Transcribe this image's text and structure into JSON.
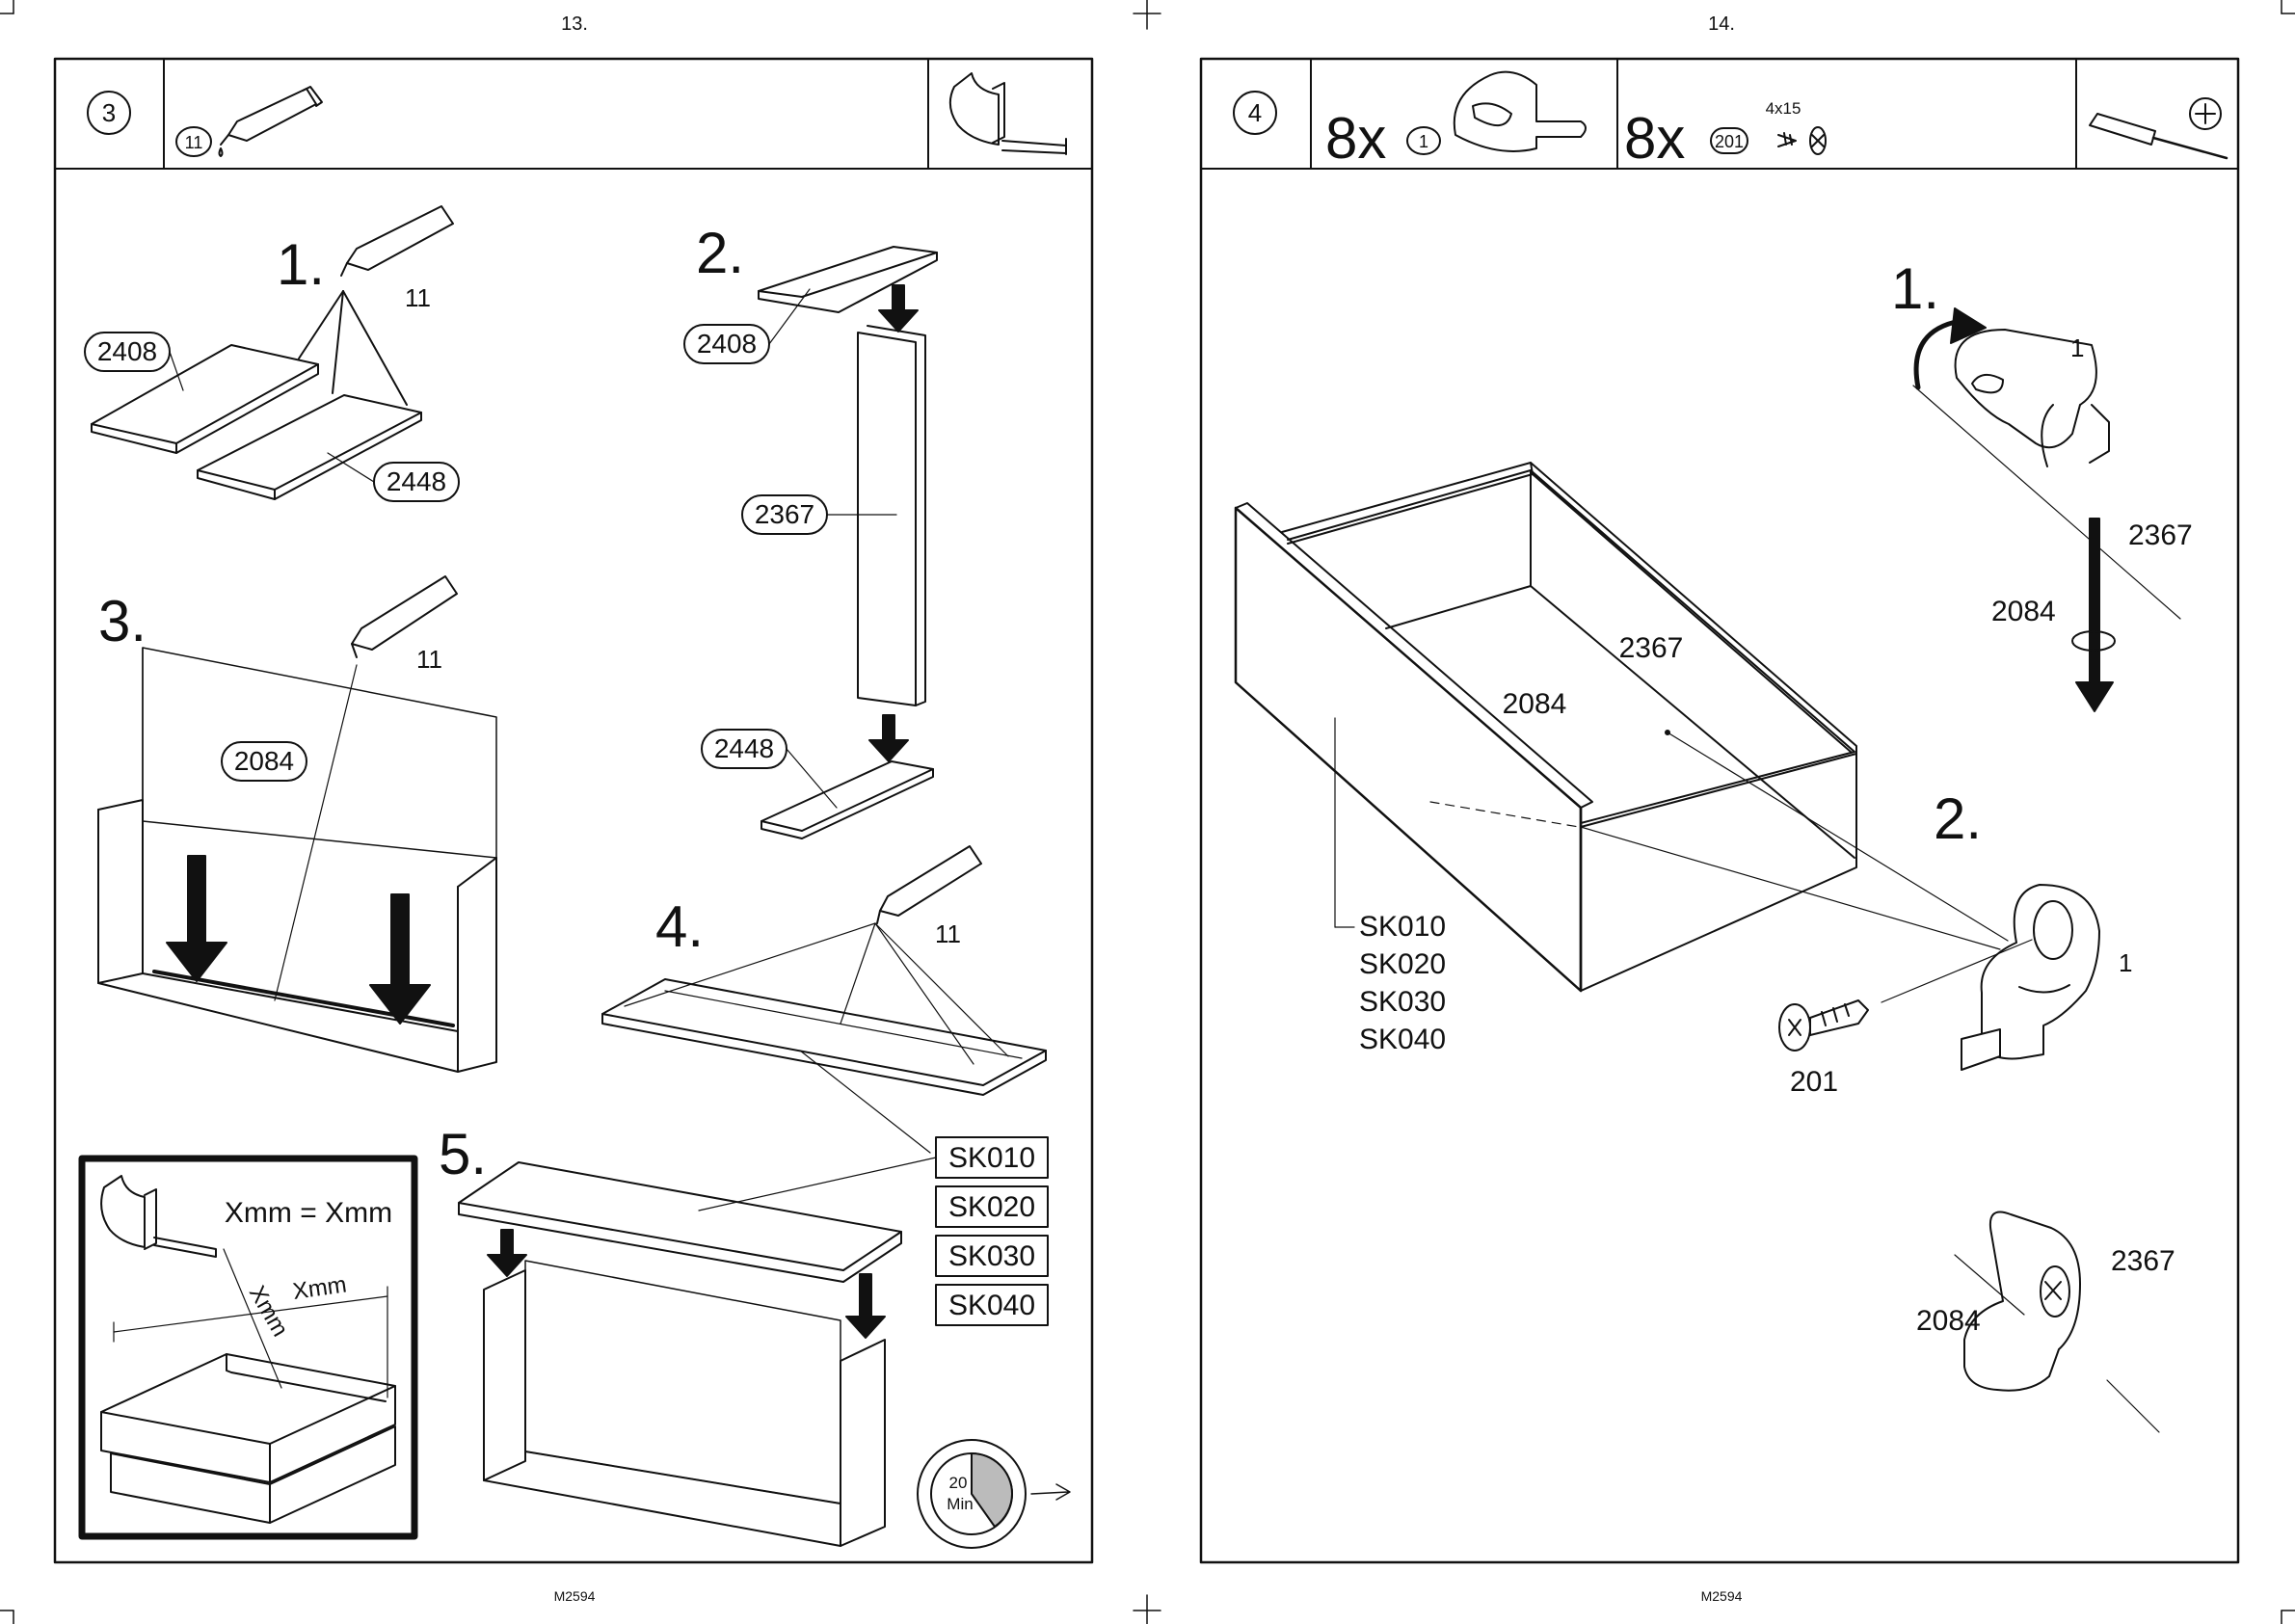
{
  "pages": [
    {
      "page_number": "13.",
      "footer": "M2594",
      "step_number": "3",
      "header": {
        "part_badge": "11"
      },
      "substeps": {
        "s1": {
          "label": "1.",
          "glue_label": "11",
          "callouts": [
            "2408",
            "2448"
          ]
        },
        "s2": {
          "label": "2.",
          "callouts": [
            "2408",
            "2367",
            "2448"
          ]
        },
        "s3": {
          "label": "3.",
          "glue_label": "11",
          "callouts": [
            "2084"
          ]
        },
        "s4": {
          "label": "4.",
          "glue_label": "11"
        },
        "s5": {
          "label": "5."
        }
      },
      "sk_codes": [
        "SK010",
        "SK020",
        "SK030",
        "SK040"
      ],
      "inset": {
        "equation": "Xmm = Xmm",
        "diag_label": "Xmm",
        "width_label": "Xmm"
      },
      "timer": {
        "value": "20",
        "unit": "Min"
      }
    },
    {
      "page_number": "14.",
      "footer": "M2594",
      "step_number": "4",
      "header": {
        "part1": {
          "qty": "8x",
          "badge": "1"
        },
        "part2": {
          "qty": "8x",
          "badge": "201",
          "size": "4x15"
        }
      },
      "sk_codes": [
        "SK010",
        "SK020",
        "SK030",
        "SK040"
      ],
      "drawer_labels": {
        "inner_back": "2367",
        "inner_side": "2084"
      },
      "detail1": {
        "label": "1.",
        "part": "1",
        "board_a": "2367",
        "board_b": "2084"
      },
      "detail2": {
        "label": "2.",
        "part": "1",
        "screw": "201"
      },
      "detail3": {
        "board_a": "2367",
        "board_b": "2084"
      }
    }
  ]
}
